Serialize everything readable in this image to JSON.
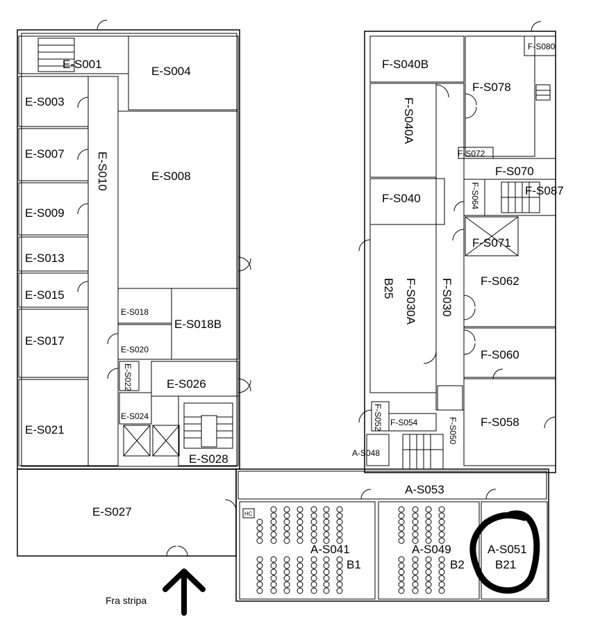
{
  "plan": {
    "rooms": {
      "E_S001": "E-S001",
      "E_S004": "E-S004",
      "E_S003": "E-S003",
      "E_S007": "E-S007",
      "E_S009": "E-S009",
      "E_S013": "E-S013",
      "E_S015": "E-S015",
      "E_S017": "E-S017",
      "E_S021": "E-S021",
      "E_S010": "E-S010",
      "E_S008": "E-S008",
      "E_S018": "E-S018",
      "E_S020": "E-S020",
      "E_S018B": "E-S018B",
      "E_S022": "E-S022",
      "E_S026": "E-S026",
      "E_S024": "E-S024",
      "E_S028": "E-S028",
      "E_S027": "E-S027",
      "F_S040B": "F-S040B",
      "F_S078": "F-S078",
      "F_S080": "F-S080",
      "F_S040A": "F-S040A",
      "F_S072": "F-S072",
      "F_S070": "F-S070",
      "F_S064": "F-S064",
      "F_S087": "F-S087",
      "F_S040": "F-S040",
      "F_S071": "F-S071",
      "F_S062": "F-S062",
      "F_S030A": "F-S030A",
      "B25": "B25",
      "F_S030": "F-S030",
      "F_S060": "F-S060",
      "F_S058": "F-S058",
      "F_S052": "F-S052",
      "F_S054": "F-S054",
      "F_S050": "F-S050",
      "A_S048": "A-S048",
      "A_S053": "A-S053",
      "A_S041": "A-S041",
      "B1": "B1",
      "A_S049": "A-S049",
      "B2": "B2",
      "A_S051": "A-S051",
      "B21": "B21"
    },
    "hc_label": "HC",
    "annotation": "Fra stripa",
    "highlight_color": "#000000"
  }
}
